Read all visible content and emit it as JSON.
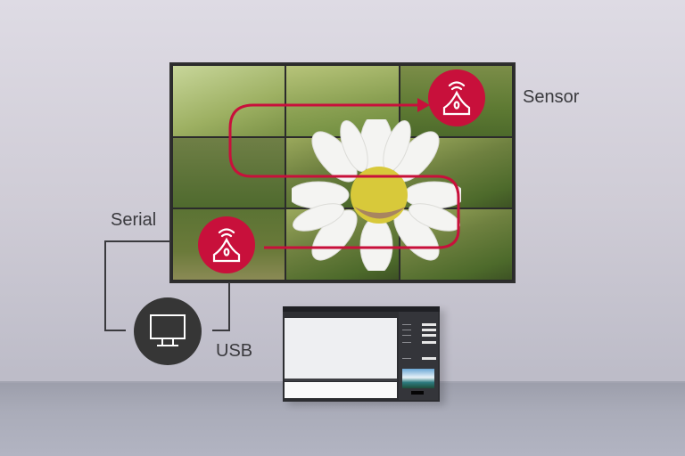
{
  "scene": {
    "description": "Video wall sensor calibration diagram",
    "accent_color": "#c8103b",
    "wall": {
      "rows": 3,
      "cols": 3,
      "image": "daisy-meadow"
    },
    "sensors": [
      {
        "id": "sensor-start",
        "icon": "sensor-icon"
      },
      {
        "id": "sensor-end",
        "icon": "sensor-icon"
      }
    ],
    "path": {
      "icon": "arrow-right-icon",
      "description": "serpentine calibration path across tiles"
    }
  },
  "labels": {
    "sensor": "Sensor",
    "serial": "Serial",
    "usb": "USB"
  },
  "pc": {
    "icon": "monitor-icon"
  },
  "software_window": {
    "description": "calibration software screenshot"
  }
}
